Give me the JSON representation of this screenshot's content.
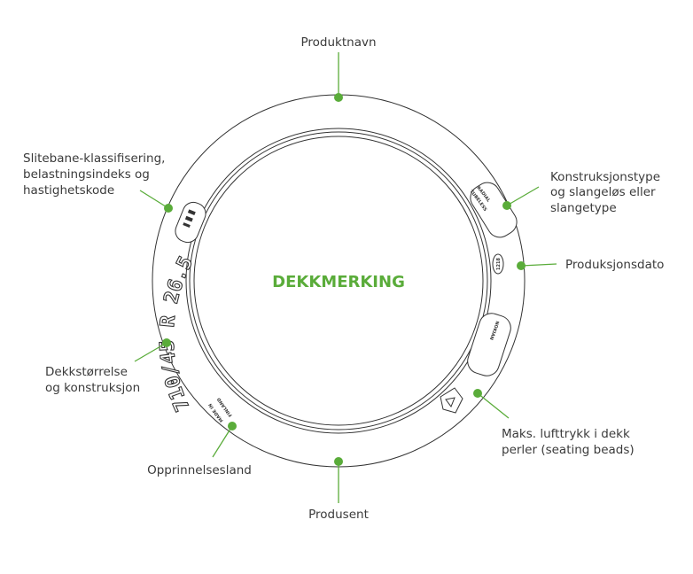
{
  "title": "DEKKMERKING",
  "accent_color": "#5aac3a",
  "labels": {
    "produktnavn": [
      "Produktnavn"
    ],
    "konstruksjon": [
      "Konstruksjonstype",
      "og slangeløs eller",
      "slangetype"
    ],
    "produksjonsdato": [
      "Produksjonsdato"
    ],
    "lufttrykk": [
      "Maks. lufttrykk i dekk",
      "perler (seating beads)"
    ],
    "produsent": [
      "Produsent"
    ],
    "opprinnelse": [
      "Opprinnelsesland"
    ],
    "storrelse": [
      "Dekkstørrelse",
      "og konstruksjon"
    ],
    "slitebane": [
      "Slitebane-klassifisering,",
      "belastningsindeks og",
      "hastighetskode"
    ]
  },
  "tire_markings": {
    "size": "710/45 R 26.5",
    "radial": "RADIAL",
    "tubeless": "TUBELESS",
    "date": "1218",
    "made_in": "MADE IN",
    "country": "FINLAND",
    "brand": "NOKIAN"
  }
}
